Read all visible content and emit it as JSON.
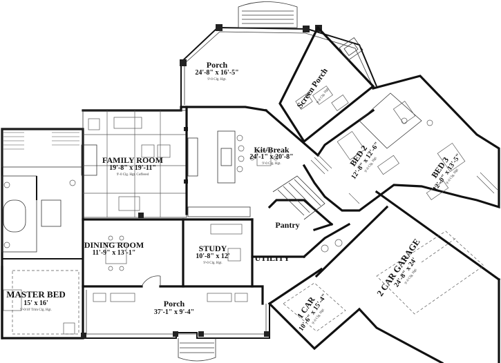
{
  "rooms": {
    "porch_rear": {
      "name": "Porch",
      "dims": "24'-8\" x 16'-5\"",
      "ceiling": "9'-0 Clg. Hgt."
    },
    "screen_porch": {
      "name": "Screen Porch",
      "dims": "",
      "ceiling": "9'-0 Clg. Hgt."
    },
    "family_room": {
      "name": "FAMILY ROOM",
      "dims": "19'-8\" x 19'-11\"",
      "ceiling": "9'-0 Clg. Hgt. Coffered"
    },
    "kit_break": {
      "name": "Kit/Break",
      "dims": "24'-1\" x 20'-8\"",
      "ceiling": "9'-0 Clg. Hgt."
    },
    "bed2": {
      "name": "BED 2",
      "dims": "12'-8\" x 12'-6\"",
      "ceiling": "9'-0 Clg. Hgt."
    },
    "bed3": {
      "name": "BED 3",
      "dims": "12'-0\" x 13'-5\"",
      "ceiling": "9'-0 Clg. Hgt."
    },
    "pantry": {
      "name": "Pantry"
    },
    "utility": {
      "name": "UTILITY"
    },
    "dining_room": {
      "name": "DINING ROOM",
      "dims": "11'-9\" x 13'-1\""
    },
    "study": {
      "name": "STUDY",
      "dims": "10'-8\" x 12'",
      "ceiling": "9'-0 Clg. Hgt."
    },
    "master_bed": {
      "name": "MASTER BED",
      "dims": "15' x 16'",
      "ceiling": "9'-0/10' Trim Clg. Hgt."
    },
    "porch_front": {
      "name": "Porch",
      "dims": "37'-1\" x 9'-4\""
    },
    "one_car": {
      "name": "1 CAR",
      "dims": "10'-6\" x 15'-4\"",
      "ceiling": "9'-0 Clg. Hgt."
    },
    "two_car_garage": {
      "name": "2 CAR GARAGE",
      "dims": "24'-8\" x 24'",
      "ceiling": "9'-0 Clg. Hgt."
    }
  }
}
